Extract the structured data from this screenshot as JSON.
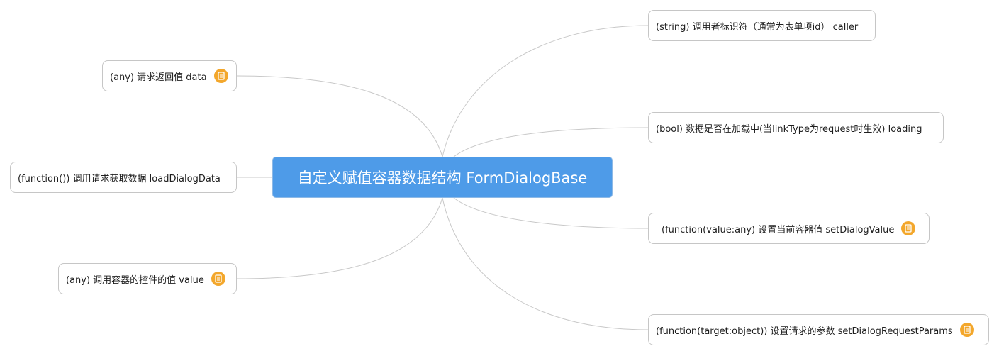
{
  "center": {
    "label": "自定义赋值容器数据结构 FormDialogBase"
  },
  "right_nodes": [
    {
      "label": "(string) 调用者标识符（通常为表单项id） caller",
      "has_note": false
    },
    {
      "label": "(bool) 数据是否在加载中(当linkType为request时生效) loading",
      "has_note": false
    },
    {
      "label": "(function(value:any) 设置当前容器值 setDialogValue",
      "has_note": true
    },
    {
      "label": "(function(target:object)) 设置请求的参数 setDialogRequestParams",
      "has_note": true
    }
  ],
  "left_nodes": [
    {
      "label": "(any) 请求返回值 data",
      "has_note": true
    },
    {
      "label": "(function()) 调用请求获取数据 loadDialogData",
      "has_note": false
    },
    {
      "label": "(any) 调用容器的控件的值 value",
      "has_note": true
    }
  ],
  "colors": {
    "center_fill": "#4e9be8",
    "node_border": "#c6c6c6",
    "connector": "#c8c8c8",
    "note_icon": "#f3a72c"
  },
  "icons": {
    "note": "note-icon"
  }
}
